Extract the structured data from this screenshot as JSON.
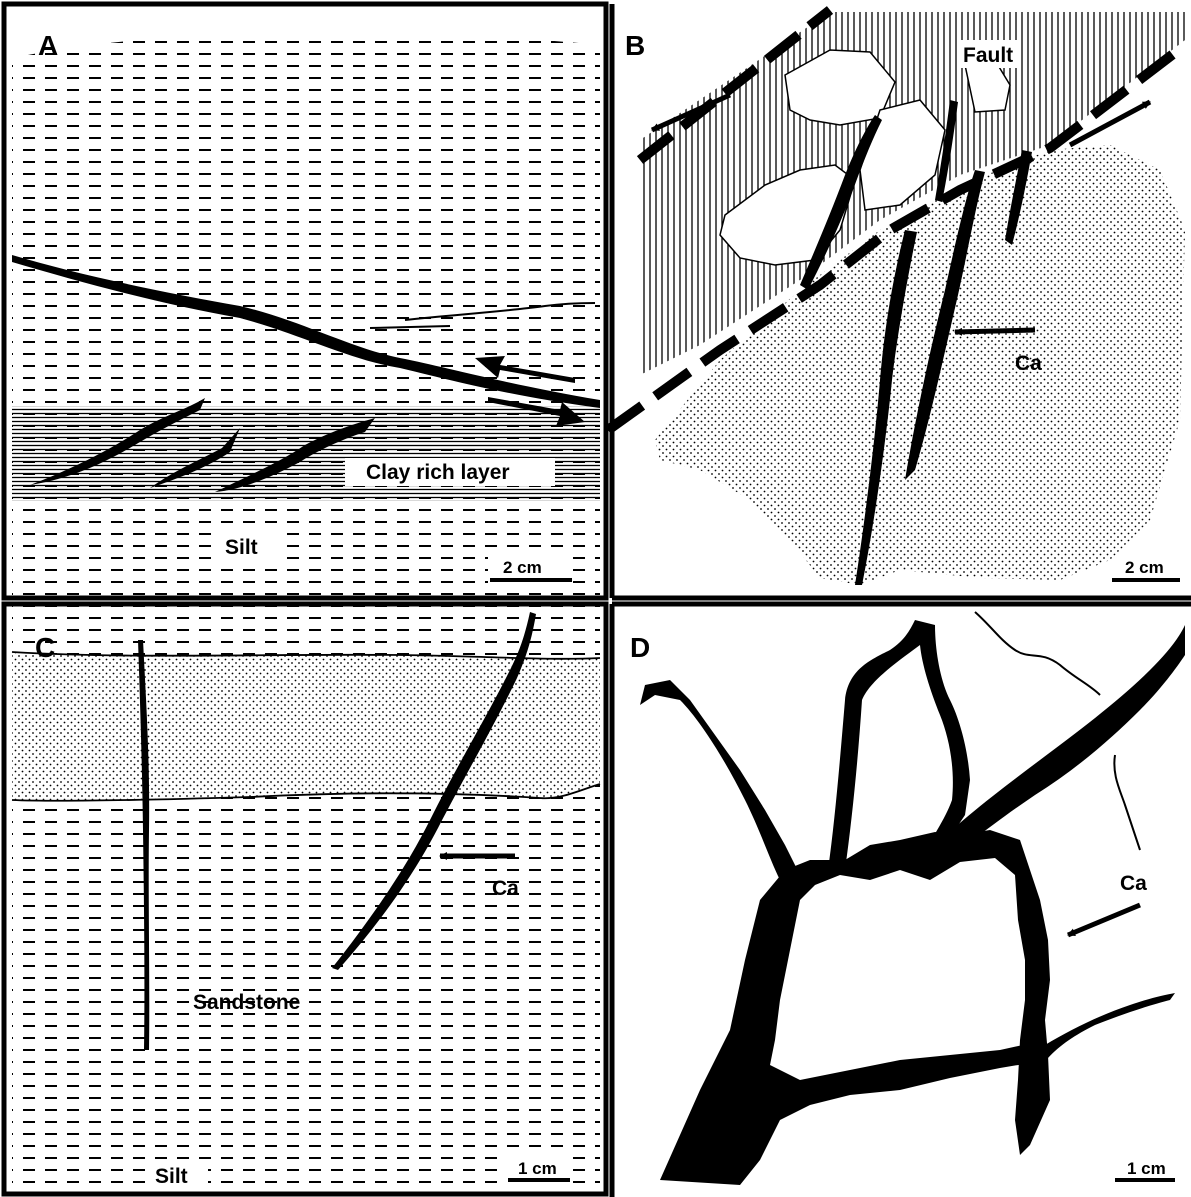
{
  "figure": {
    "panels": [
      {
        "letter": "A",
        "labels": {
          "clay": "Clay rich layer",
          "silt": "Silt"
        },
        "scale": "2 cm"
      },
      {
        "letter": "B",
        "labels": {
          "fault": "Fault",
          "ca": "Ca"
        },
        "scale": "2 cm"
      },
      {
        "letter": "C",
        "labels": {
          "sandstone": "Sandstone",
          "silt": "Silt",
          "ca": "Ca"
        },
        "scale": "1 cm"
      },
      {
        "letter": "D",
        "labels": {
          "ca": "Ca"
        },
        "scale": "1 cm"
      }
    ]
  }
}
